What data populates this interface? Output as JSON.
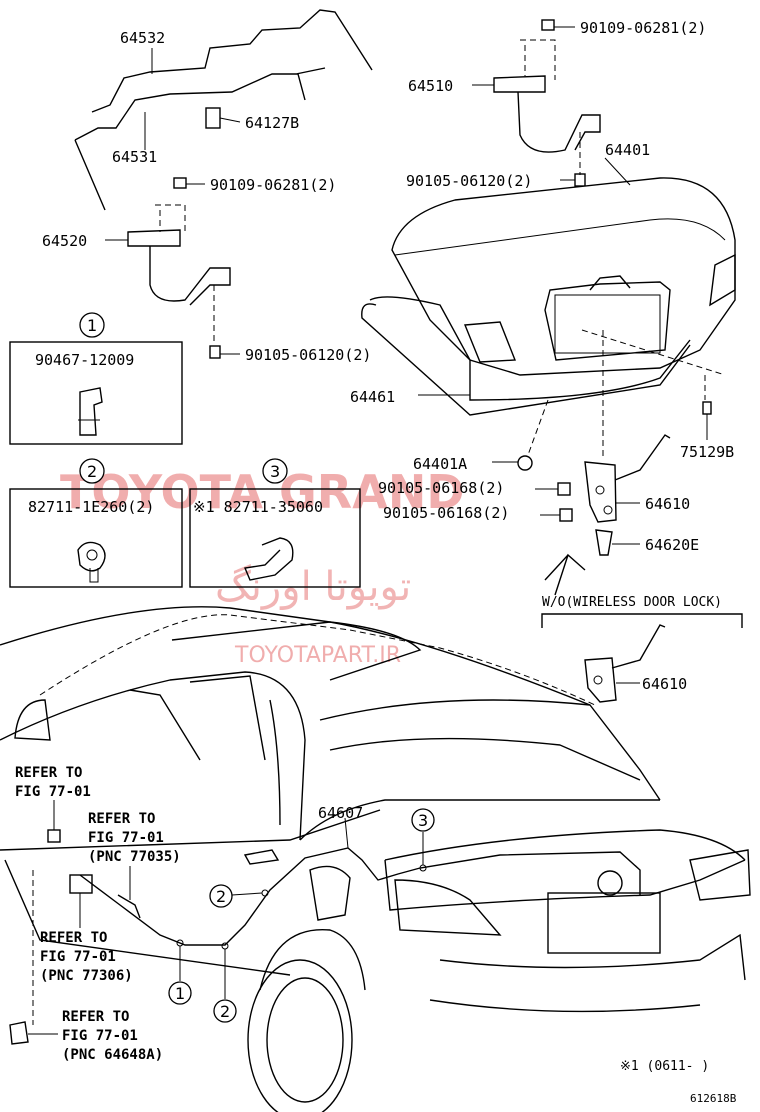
{
  "watermark": {
    "brand": "TOYOTA GRAND",
    "arabic": "تویوتا اورنگ",
    "url": "TOYOTAPART.IR"
  },
  "parts": {
    "p64532": "64532",
    "p64531": "64531",
    "p64127B": "64127B",
    "p90109a": "90109-06281(2)",
    "p64520": "64520",
    "p90105a": "90105-06120(2)",
    "p90109b": "90109-06281(2)",
    "p64510": "64510",
    "p64401": "64401",
    "p90105b": "90105-06120(2)",
    "p64461": "64461",
    "p75129B": "75129B",
    "p64401A": "64401A",
    "p90105c": "90105-06168(2)",
    "p90105d": "90105-06168(2)",
    "p64610a": "64610",
    "p64620E": "64620E",
    "p64610b": "64610",
    "p64607": "64607"
  },
  "boxes": {
    "box1": {
      "num": "1",
      "part": "90467-12009"
    },
    "box2": {
      "num": "2",
      "part": "82711-1E260(2)"
    },
    "box3": {
      "num": "3",
      "part": "※1 82711-35060"
    }
  },
  "note": {
    "wo_label": "W/O(WIRELESS DOOR LOCK)",
    "footnote": "※1 (0611-      )",
    "fig_id": "612618B"
  },
  "refs": {
    "r1_l1": "REFER TO",
    "r1_l2": "FIG 77-01",
    "r2_l1": "REFER TO",
    "r2_l2": "FIG 77-01",
    "r2_l3": "(PNC 77035)",
    "r3_l1": "REFER TO",
    "r3_l2": "FIG 77-01",
    "r3_l3": "(PNC 77306)",
    "r4_l1": "REFER TO",
    "r4_l2": "FIG 77-01",
    "r4_l3": "(PNC 64648A)"
  },
  "callouts": {
    "c2": "2",
    "c3": "3",
    "c1": "1",
    "c2b": "2"
  }
}
